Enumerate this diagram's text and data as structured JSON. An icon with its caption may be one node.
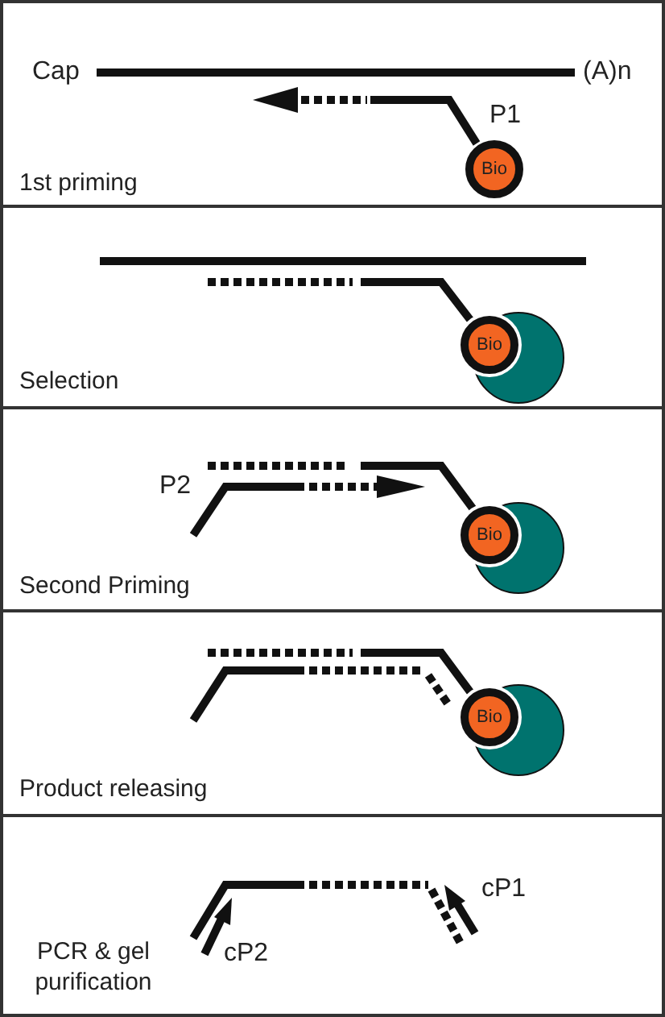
{
  "diagram": {
    "nodes": [
      {
        "text": [
          "1st priming"
        ]
      },
      {
        "text": [
          "Bio"
        ],
        "in": 0
      },
      {
        "text": [
          "Selection"
        ]
      },
      {
        "text": [
          "Bio"
        ],
        "in": 2
      },
      {
        "text": [
          "Second Priming"
        ]
      },
      {
        "text": [
          "Bio"
        ],
        "in": 4
      },
      {
        "text": [
          "Product releasing"
        ]
      },
      {
        "text": [
          "Bio"
        ],
        "in": 6
      },
      {
        "text": [
          "PCR & gel purification"
        ]
      }
    ],
    "labels": [
      "Cap",
      "(A)n",
      "P1",
      "P2",
      "cP1",
      "cP2"
    ]
  }
}
